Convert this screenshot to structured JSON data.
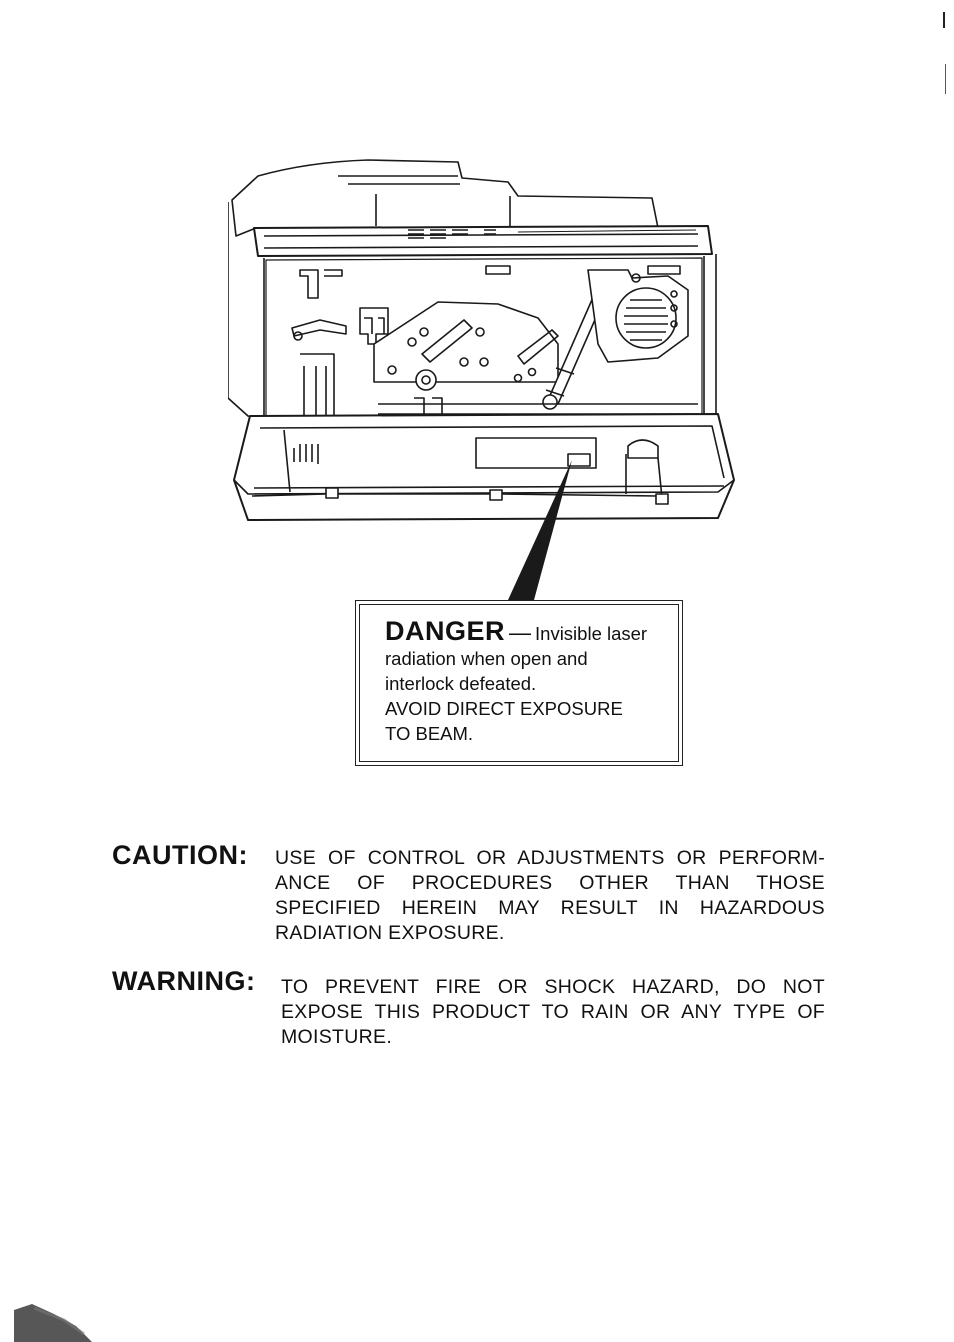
{
  "danger_label": {
    "heading": "DANGER",
    "dash": "—",
    "lead": "Invisible laser",
    "lines": [
      "radiation when open and",
      "interlock defeated.",
      "AVOID DIRECT EXPOSURE",
      "TO BEAM."
    ]
  },
  "caution": {
    "heading": "CAUTION:",
    "text": "USE OF CONTROL OR ADJUSTMENTS OR PERFORM-ANCE OF PROCEDURES OTHER THAN THOSE SPECIFIED HEREIN MAY RESULT IN HAZARDOUS RADIATION EXPOSURE."
  },
  "warning": {
    "heading": "WARNING:",
    "text": "TO PREVENT FIRE OR SHOCK HAZARD, DO NOT EXPOSE THIS PRODUCT TO RAIN OR ANY TYPE OF MOISTURE."
  }
}
